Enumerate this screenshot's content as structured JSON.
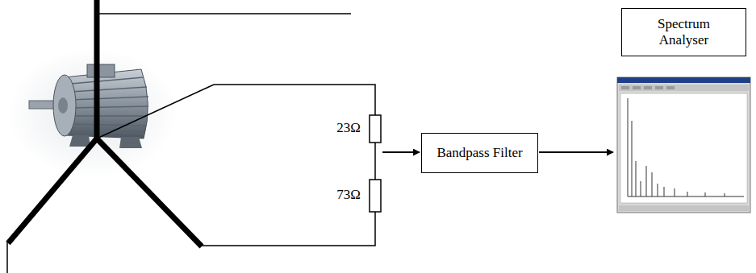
{
  "diagram": {
    "nodes": [
      {
        "text": [
          "Spectrum Analyser"
        ]
      },
      {
        "text": [
          "Bandpass Filter"
        ]
      }
    ],
    "labels": [
      "23Ω",
      "73Ω"
    ]
  }
}
